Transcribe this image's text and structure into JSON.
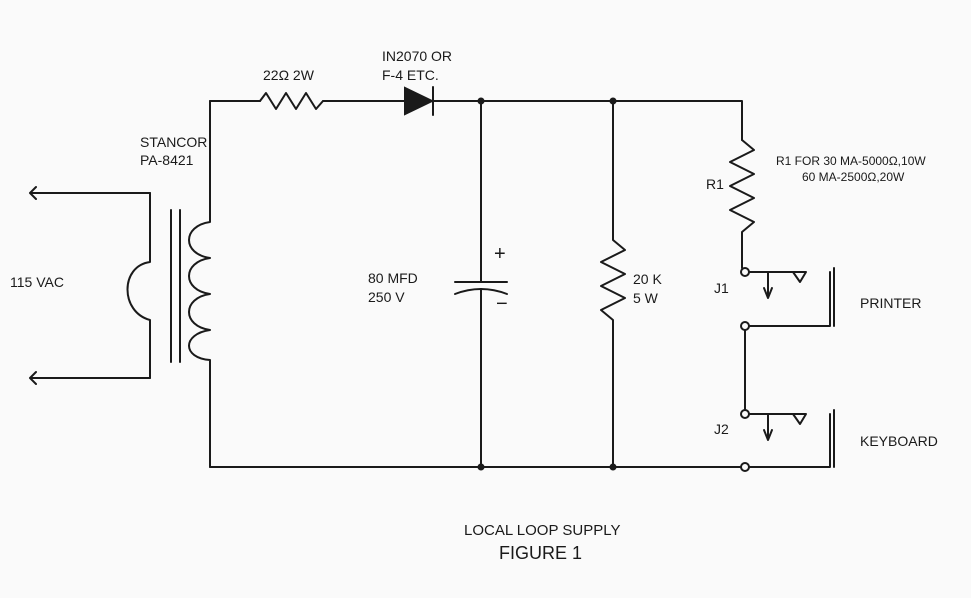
{
  "source": {
    "label": "115 VAC"
  },
  "transformer": {
    "label_line1": "STANCOR",
    "label_line2": "PA-8421"
  },
  "resistor_series": {
    "label": "22Ω  2W"
  },
  "diode": {
    "label_line1": "IN2070  OR",
    "label_line2": "F-4  ETC."
  },
  "capacitor": {
    "label_line1": "80 MFD",
    "label_line2": "250 V",
    "plus": "+",
    "minus": "−"
  },
  "resistor_bleeder": {
    "label_line1": "20 K",
    "label_line2": "5 W"
  },
  "resistor_r1": {
    "label": "R1",
    "note_line1": "R1 FOR  30 MA-5000Ω,10W",
    "note_line2": "60 MA-2500Ω,20W"
  },
  "jack_j1": {
    "label": "J1",
    "device": "PRINTER"
  },
  "jack_j2": {
    "label": "J2",
    "device": "KEYBOARD"
  },
  "caption": {
    "line1": "LOCAL LOOP SUPPLY",
    "line2": "FIGURE 1"
  },
  "colors": {
    "ink": "#1a1a1a",
    "paper": "#fafafa"
  }
}
